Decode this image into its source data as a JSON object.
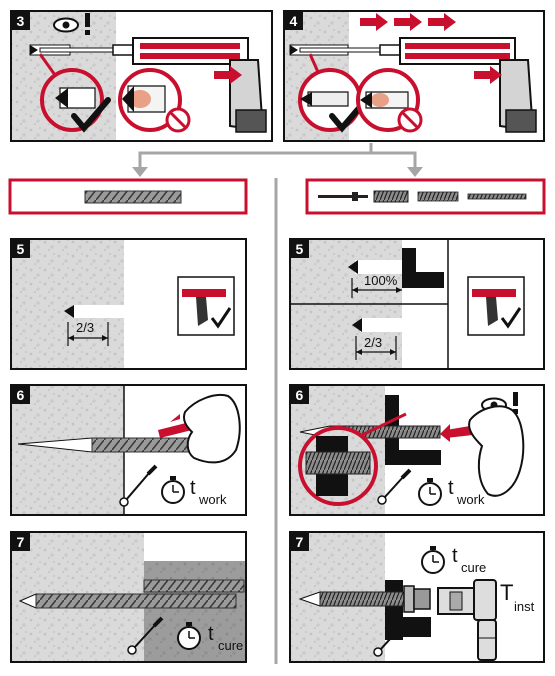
{
  "steps": {
    "s3": {
      "number": "3"
    },
    "s4": {
      "number": "4"
    },
    "s5_left": {
      "number": "5",
      "depth_label": "2/3"
    },
    "s5_right": {
      "number": "5",
      "depth_full": "100%",
      "depth_label": "2/3"
    },
    "s6_left": {
      "number": "6",
      "t_symbol": "t",
      "t_sub": "work"
    },
    "s6_right": {
      "number": "6",
      "t_symbol": "t",
      "t_sub": "work"
    },
    "s7_left": {
      "number": "7",
      "t_symbol": "t",
      "t_sub": "cure"
    },
    "s7_right": {
      "number": "7",
      "t_symbol": "t",
      "t_sub": "cure",
      "T_symbol": "T",
      "T_sub": "inst"
    }
  },
  "colors": {
    "accent": "#c8102e",
    "concrete": "#d9d9d9",
    "frame": "#111111",
    "divider": "#a6a6a6"
  },
  "icons": [
    "eye-icon",
    "exclamation-icon",
    "check-icon",
    "prohibited-icon",
    "stopwatch-icon",
    "brush-icon",
    "arrow-icon",
    "dispenser-icon",
    "hand-icon",
    "wrench-icon"
  ]
}
